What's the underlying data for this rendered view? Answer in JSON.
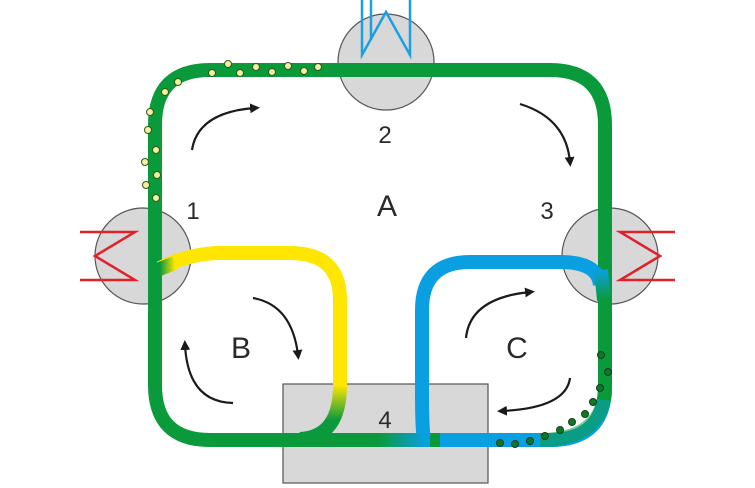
{
  "labels": {
    "zone_a": "A",
    "zone_b": "B",
    "zone_c": "C",
    "node_1": "1",
    "node_2": "2",
    "node_3": "3",
    "node_4": "4"
  },
  "colors": {
    "loop_a": "#0a9a3c",
    "loop_b": "#ffe600",
    "loop_c": "#0a9fe0",
    "component_fill": "#d8d8d8",
    "component_stroke": "#555555",
    "heater_coil": "#e0202a",
    "cooler_coil": "#1aa0e0",
    "arrow": "#1a1a1a",
    "particles_light": "#f2f0a0",
    "particles_dark": "#0a7a2a"
  }
}
